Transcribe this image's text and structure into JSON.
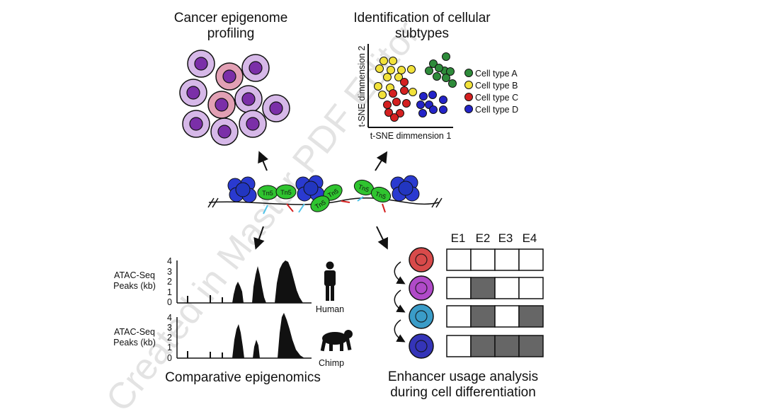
{
  "watermark": "Created in Master PDF Editor",
  "panels": {
    "cancer": {
      "title_line1": "Cancer epigenome",
      "title_line2": "profiling"
    },
    "subtypes": {
      "title_line1": "Identification of cellular",
      "title_line2": "subtypes",
      "xlabel": "t-SNE dimmension 1",
      "ylabel": "t-SNE dimmension 2",
      "legend": [
        {
          "label": "Cell type A",
          "color": "#2e8b3a"
        },
        {
          "label": "Cell type B",
          "color": "#f2e23a"
        },
        {
          "label": "Cell type C",
          "color": "#d42020"
        },
        {
          "label": "Cell type D",
          "color": "#2424c8"
        }
      ]
    },
    "nucleosome": {
      "tn5_label": "Tn5"
    },
    "comparative": {
      "title": "Comparative epigenomics",
      "ylabel_line1": "ATAC-Seq",
      "ylabel_line2": "Peaks (kb)",
      "yticks": [
        "4",
        "3",
        "2",
        "1",
        "0"
      ],
      "species": [
        {
          "label": "Human"
        },
        {
          "label": "Chimp"
        }
      ]
    },
    "enhancer": {
      "title_line1": "Enhancer usage analysis",
      "title_line2": "during cell differentiation",
      "columns": [
        "E1",
        "E2",
        "E3",
        "E4"
      ],
      "rows": [
        {
          "cell_color": "#d84a4a",
          "active": [
            false,
            false,
            false,
            false
          ]
        },
        {
          "cell_color": "#b04ac8",
          "active": [
            false,
            true,
            false,
            false
          ]
        },
        {
          "cell_color": "#3a9cc8",
          "active": [
            false,
            true,
            false,
            true
          ]
        },
        {
          "cell_color": "#3434b8",
          "active": [
            false,
            true,
            true,
            true
          ]
        }
      ]
    }
  }
}
